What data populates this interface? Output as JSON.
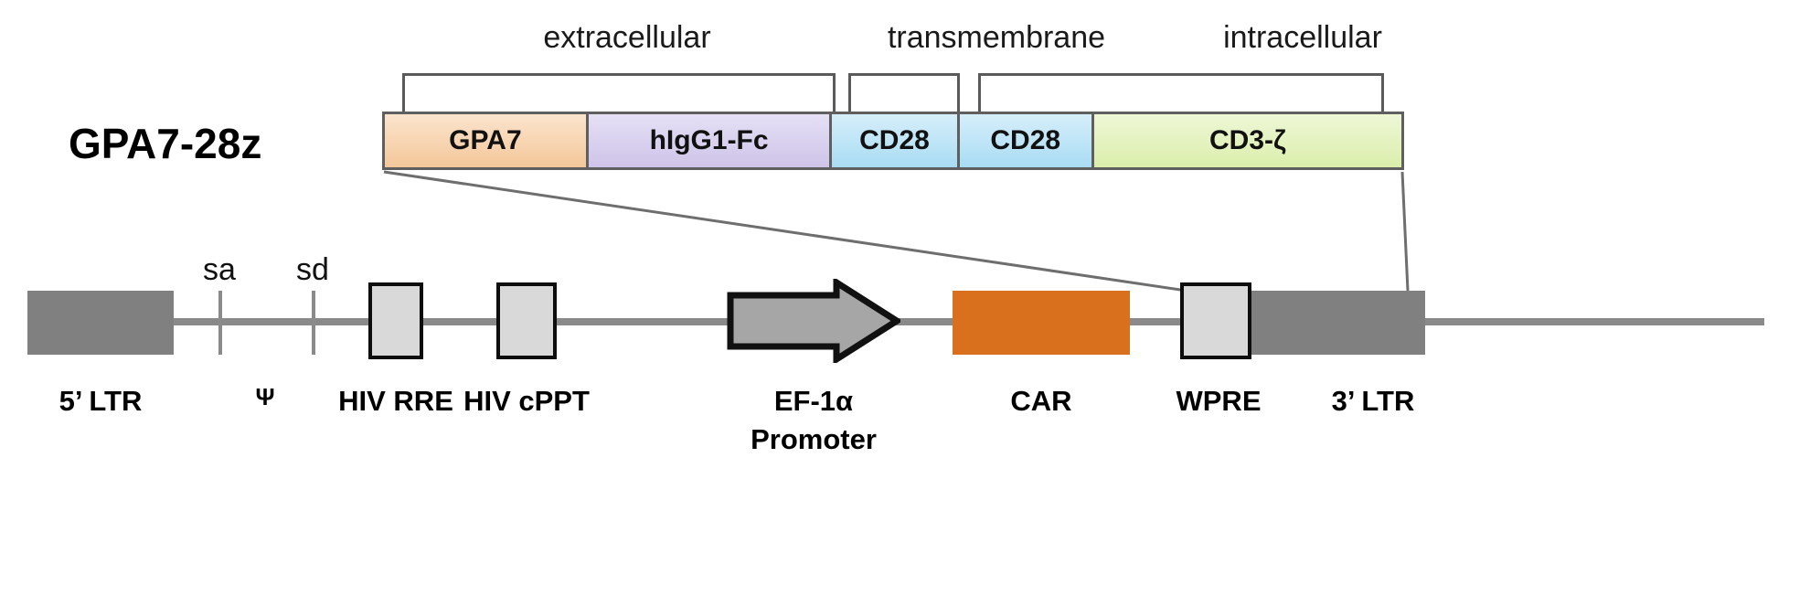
{
  "figure": {
    "type": "gene-construct-diagram",
    "construct_name": "GPA7-28z"
  },
  "domains": [
    {
      "label": "extracellular"
    },
    {
      "label": "transmembrane"
    },
    {
      "label": "intracellular"
    }
  ],
  "car_segments": [
    {
      "label": "GPA7",
      "color": "#f7d2ad",
      "domain": "extracellular"
    },
    {
      "label": "hIgG1-Fc",
      "color": "#d9d2ef",
      "domain": "extracellular"
    },
    {
      "label": "CD28",
      "color": "#bfe6f7",
      "domain": "transmembrane"
    },
    {
      "label": "CD28",
      "color": "#bfe6f7",
      "domain": "intracellular"
    },
    {
      "label": "CD3-ζ",
      "color": "#e4f2bd",
      "domain": "intracellular"
    }
  ],
  "vector": {
    "elements": [
      {
        "name": "5-ltr",
        "label": "5’ LTR",
        "style": "solid"
      },
      {
        "name": "psi",
        "label": "Ψ",
        "style": "tick"
      },
      {
        "name": "hiv-rre",
        "label": "HIV RRE",
        "style": "outlined"
      },
      {
        "name": "hiv-cppt",
        "label": "HIV cPPT",
        "style": "outlined"
      },
      {
        "name": "ef1a",
        "label": "EF-1α",
        "label2": "Promoter",
        "style": "arrow"
      },
      {
        "name": "car",
        "label": "CAR",
        "style": "orange"
      },
      {
        "name": "wpre",
        "label": "WPRE",
        "style": "outlined"
      },
      {
        "name": "3-ltr",
        "label": "3’ LTR",
        "style": "solid"
      }
    ],
    "splice_sites": [
      {
        "name": "sa",
        "label": "sa"
      },
      {
        "name": "sd",
        "label": "sd"
      }
    ]
  },
  "colors": {
    "gpa7": "#f7d2ad",
    "higg1fc": "#d9d2ef",
    "cd28": "#bfe6f7",
    "cd3z": "#e4f2bd",
    "car_orange": "#d9701e",
    "ltr_gray": "#808080",
    "box_gray": "#d9d9d9",
    "line_gray": "#8a8a8a",
    "border_dark": "#5f5f5f"
  }
}
